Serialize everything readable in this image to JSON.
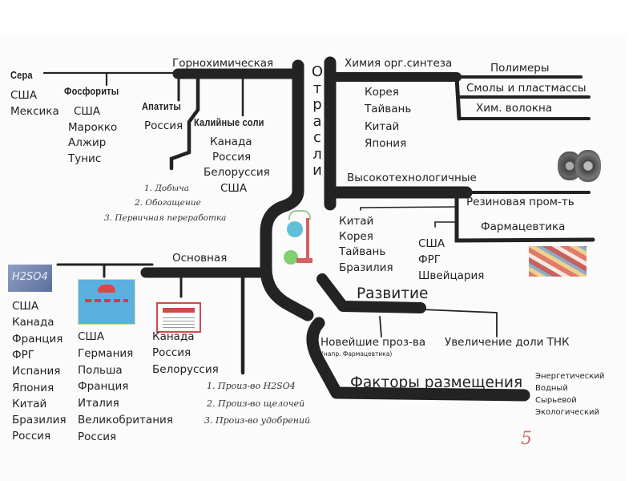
{
  "root_label": [
    "О",
    "т",
    "р",
    "а",
    "с",
    "л",
    "и"
  ],
  "mining": {
    "title": "Горнохимическая",
    "sulfur": {
      "title": "Сера",
      "countries": [
        "США",
        "Мексика"
      ]
    },
    "phosphorites": {
      "title": "Фосфориты",
      "countries": [
        "США",
        "Марокко",
        "Алжир",
        "Тунис"
      ]
    },
    "apatites": {
      "title": "Апатиты",
      "countries": [
        "Россия"
      ]
    },
    "potash": {
      "title": "Калийные соли",
      "countries": [
        "Канада",
        "Россия",
        "Белоруссия",
        "США"
      ]
    },
    "stages": [
      "1. Добыча",
      "2. Обогащение",
      "3. Первичная переработка"
    ]
  },
  "organic": {
    "title": "Химия орг.синтеза",
    "countries": [
      "Корея",
      "Тайвань",
      "Китай",
      "Япония"
    ],
    "branches": [
      "Полимеры",
      "Смолы и пластмассы",
      "Хим. волокна"
    ]
  },
  "hightech": {
    "title": "Высокотехнологичные",
    "branches": [
      "Резиновая пром-ть",
      "Фармацевтика"
    ],
    "countries_rubber": [
      "Китай",
      "Корея",
      "Тайвань",
      "Бразилия"
    ],
    "countries_pharma": [
      "США",
      "ФРГ",
      "Швейцария"
    ]
  },
  "basic": {
    "title": "Основная",
    "h2so4_label": "H2SO4",
    "col1": [
      "США",
      "Канада",
      "Франция",
      "ФРГ",
      "Испания",
      "Япония",
      "Китай",
      "Бразилия",
      "Россия"
    ],
    "col2": [
      "США",
      "Германия",
      "Польша",
      "Франция",
      "Италия",
      "Великобритания",
      "Россия"
    ],
    "col3": [
      "Канада",
      "Россия",
      "Белоруссия"
    ],
    "stages": [
      "1. Произ-во H2SO4",
      "2. Произ-во щелочей",
      "3. Произ-во удобрений"
    ]
  },
  "development": {
    "title": "Развитие",
    "newest": "Новейшие проз-ва",
    "newest_note": "(напр. Фармацевтика)",
    "tnk": "Увеличение доли ТНК"
  },
  "factors": {
    "title": "Факторы размещения",
    "items": [
      "Энергетический",
      "Водный",
      "Сырьевой",
      "Экологический"
    ]
  },
  "page_mark": "5",
  "colors": {
    "ink": "#222222",
    "mark": "#d86a6a"
  }
}
